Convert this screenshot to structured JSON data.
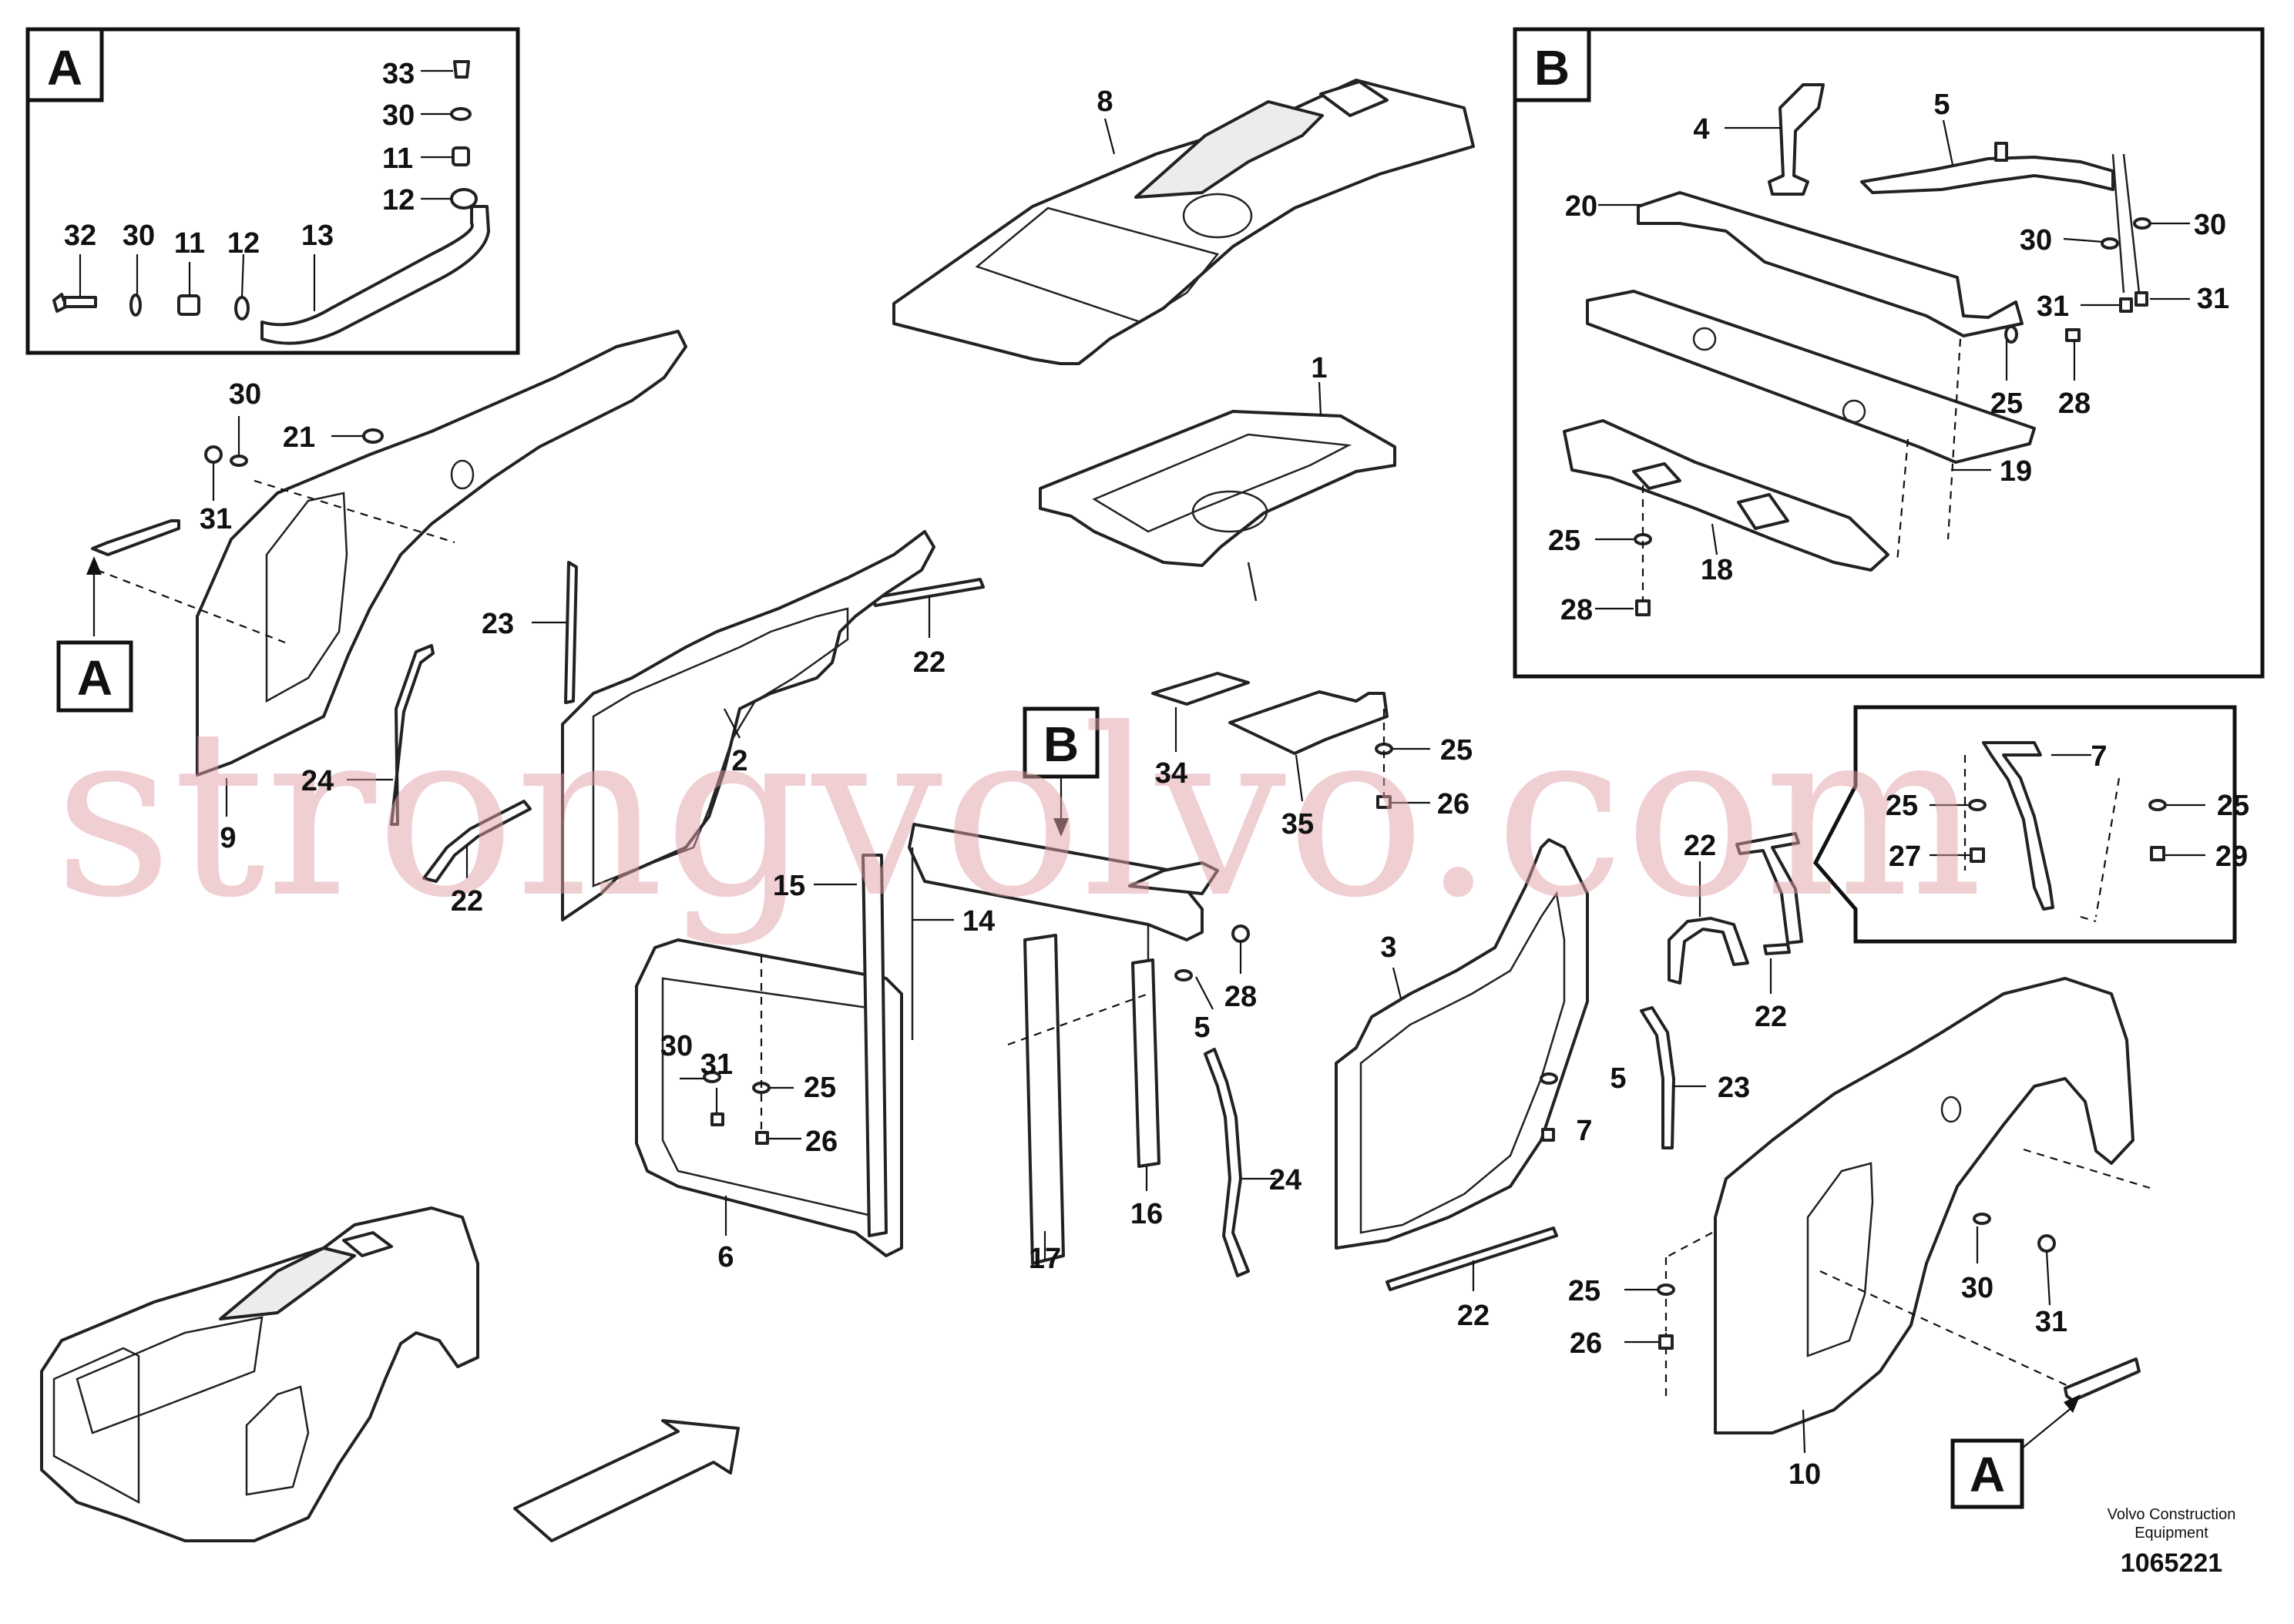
{
  "diagram": {
    "watermark": "strongvolvo.com",
    "footer": {
      "company_line1": "Volvo Construction",
      "company_line2": "Equipment",
      "figure_number": "1065221"
    },
    "detail_boxes": [
      {
        "letter": "A"
      },
      {
        "letter": "B"
      }
    ],
    "reference_markers": [
      "A",
      "A",
      "B"
    ],
    "callouts": [
      {
        "id": "c-a33",
        "text": "33"
      },
      {
        "id": "c-a30a",
        "text": "30"
      },
      {
        "id": "c-a11a",
        "text": "11"
      },
      {
        "id": "c-a12a",
        "text": "12"
      },
      {
        "id": "c-a32",
        "text": "32"
      },
      {
        "id": "c-a30b",
        "text": "30"
      },
      {
        "id": "c-a11b",
        "text": "11"
      },
      {
        "id": "c-a12b",
        "text": "12"
      },
      {
        "id": "c-a13",
        "text": "13"
      },
      {
        "id": "c-8",
        "text": "8"
      },
      {
        "id": "c-1",
        "text": "1"
      },
      {
        "id": "c-b4",
        "text": "4"
      },
      {
        "id": "c-b5",
        "text": "5"
      },
      {
        "id": "c-b20",
        "text": "20"
      },
      {
        "id": "c-b30a",
        "text": "30"
      },
      {
        "id": "c-b30b",
        "text": "30"
      },
      {
        "id": "c-b31a",
        "text": "31"
      },
      {
        "id": "c-b31b",
        "text": "31"
      },
      {
        "id": "c-b25a",
        "text": "25"
      },
      {
        "id": "c-b28a",
        "text": "28"
      },
      {
        "id": "c-b19",
        "text": "19"
      },
      {
        "id": "c-b25b",
        "text": "25"
      },
      {
        "id": "c-b18",
        "text": "18"
      },
      {
        "id": "c-b28b",
        "text": "28"
      },
      {
        "id": "c-30l",
        "text": "30"
      },
      {
        "id": "c-21",
        "text": "21"
      },
      {
        "id": "c-31l",
        "text": "31"
      },
      {
        "id": "c-23l",
        "text": "23"
      },
      {
        "id": "c-22a",
        "text": "22"
      },
      {
        "id": "c-2",
        "text": "2"
      },
      {
        "id": "c-24l",
        "text": "24"
      },
      {
        "id": "c-9",
        "text": "9"
      },
      {
        "id": "c-22b",
        "text": "22"
      },
      {
        "id": "c-34",
        "text": "34"
      },
      {
        "id": "c-35",
        "text": "35"
      },
      {
        "id": "c-25m",
        "text": "25"
      },
      {
        "id": "c-26m",
        "text": "26"
      },
      {
        "id": "c-c7",
        "text": "7"
      },
      {
        "id": "c-c25a",
        "text": "25"
      },
      {
        "id": "c-c25b",
        "text": "25"
      },
      {
        "id": "c-c27",
        "text": "27"
      },
      {
        "id": "c-c29",
        "text": "29"
      },
      {
        "id": "c-15",
        "text": "15"
      },
      {
        "id": "c-14",
        "text": "14"
      },
      {
        "id": "c-28c",
        "text": "28"
      },
      {
        "id": "c-5c",
        "text": "5"
      },
      {
        "id": "c-30c",
        "text": "30"
      },
      {
        "id": "c-31c",
        "text": "31"
      },
      {
        "id": "c-25c",
        "text": "25"
      },
      {
        "id": "c-26c",
        "text": "26"
      },
      {
        "id": "c-6",
        "text": "6"
      },
      {
        "id": "c-17",
        "text": "17"
      },
      {
        "id": "c-16",
        "text": "16"
      },
      {
        "id": "c-24c",
        "text": "24"
      },
      {
        "id": "c-3",
        "text": "3"
      },
      {
        "id": "c-5r",
        "text": "5"
      },
      {
        "id": "c-7r",
        "text": "7"
      },
      {
        "id": "c-22c",
        "text": "22"
      },
      {
        "id": "c-22d",
        "text": "22"
      },
      {
        "id": "c-23r",
        "text": "23"
      },
      {
        "id": "c-22e",
        "text": "22"
      },
      {
        "id": "c-30r",
        "text": "30"
      },
      {
        "id": "c-31r",
        "text": "31"
      },
      {
        "id": "c-25r",
        "text": "25"
      },
      {
        "id": "c-26r",
        "text": "26"
      },
      {
        "id": "c-10",
        "text": "10"
      }
    ]
  }
}
